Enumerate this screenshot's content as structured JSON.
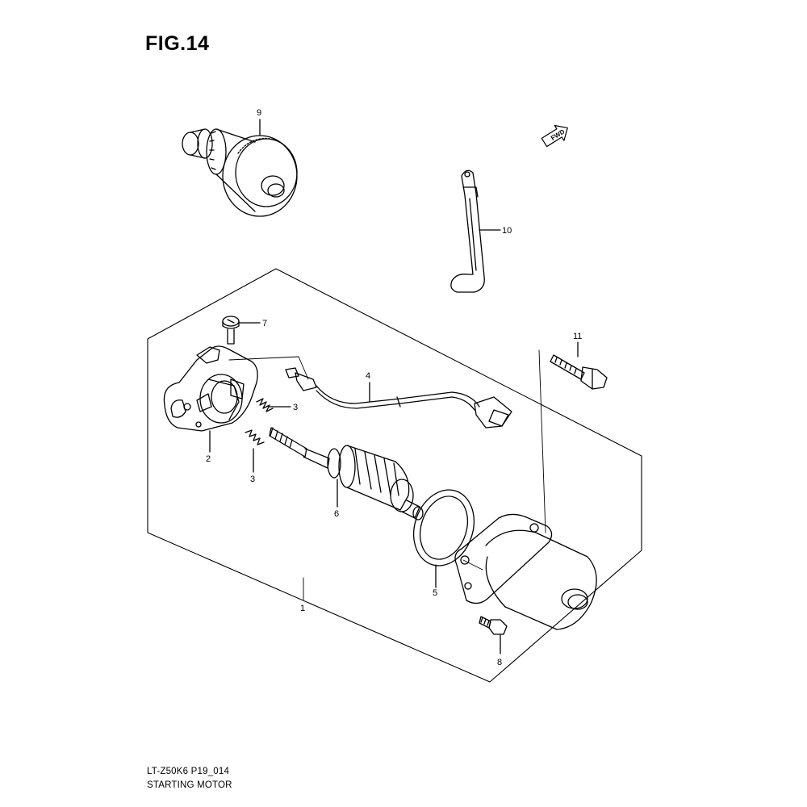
{
  "figure_label": "FIG.14",
  "fwd_label": "FWD",
  "callouts": {
    "p1": "1",
    "p2": "2",
    "p3a": "3",
    "p3b": "3",
    "p4": "4",
    "p5": "5",
    "p6": "6",
    "p7": "7",
    "p8": "8",
    "p9": "9",
    "p10": "10",
    "p11": "11"
  },
  "footer": {
    "model_code": "LT-Z50K6 P19_014",
    "caption": "STARTING MOTOR"
  },
  "colors": {
    "ink": "#000000",
    "paper": "#ffffff"
  }
}
